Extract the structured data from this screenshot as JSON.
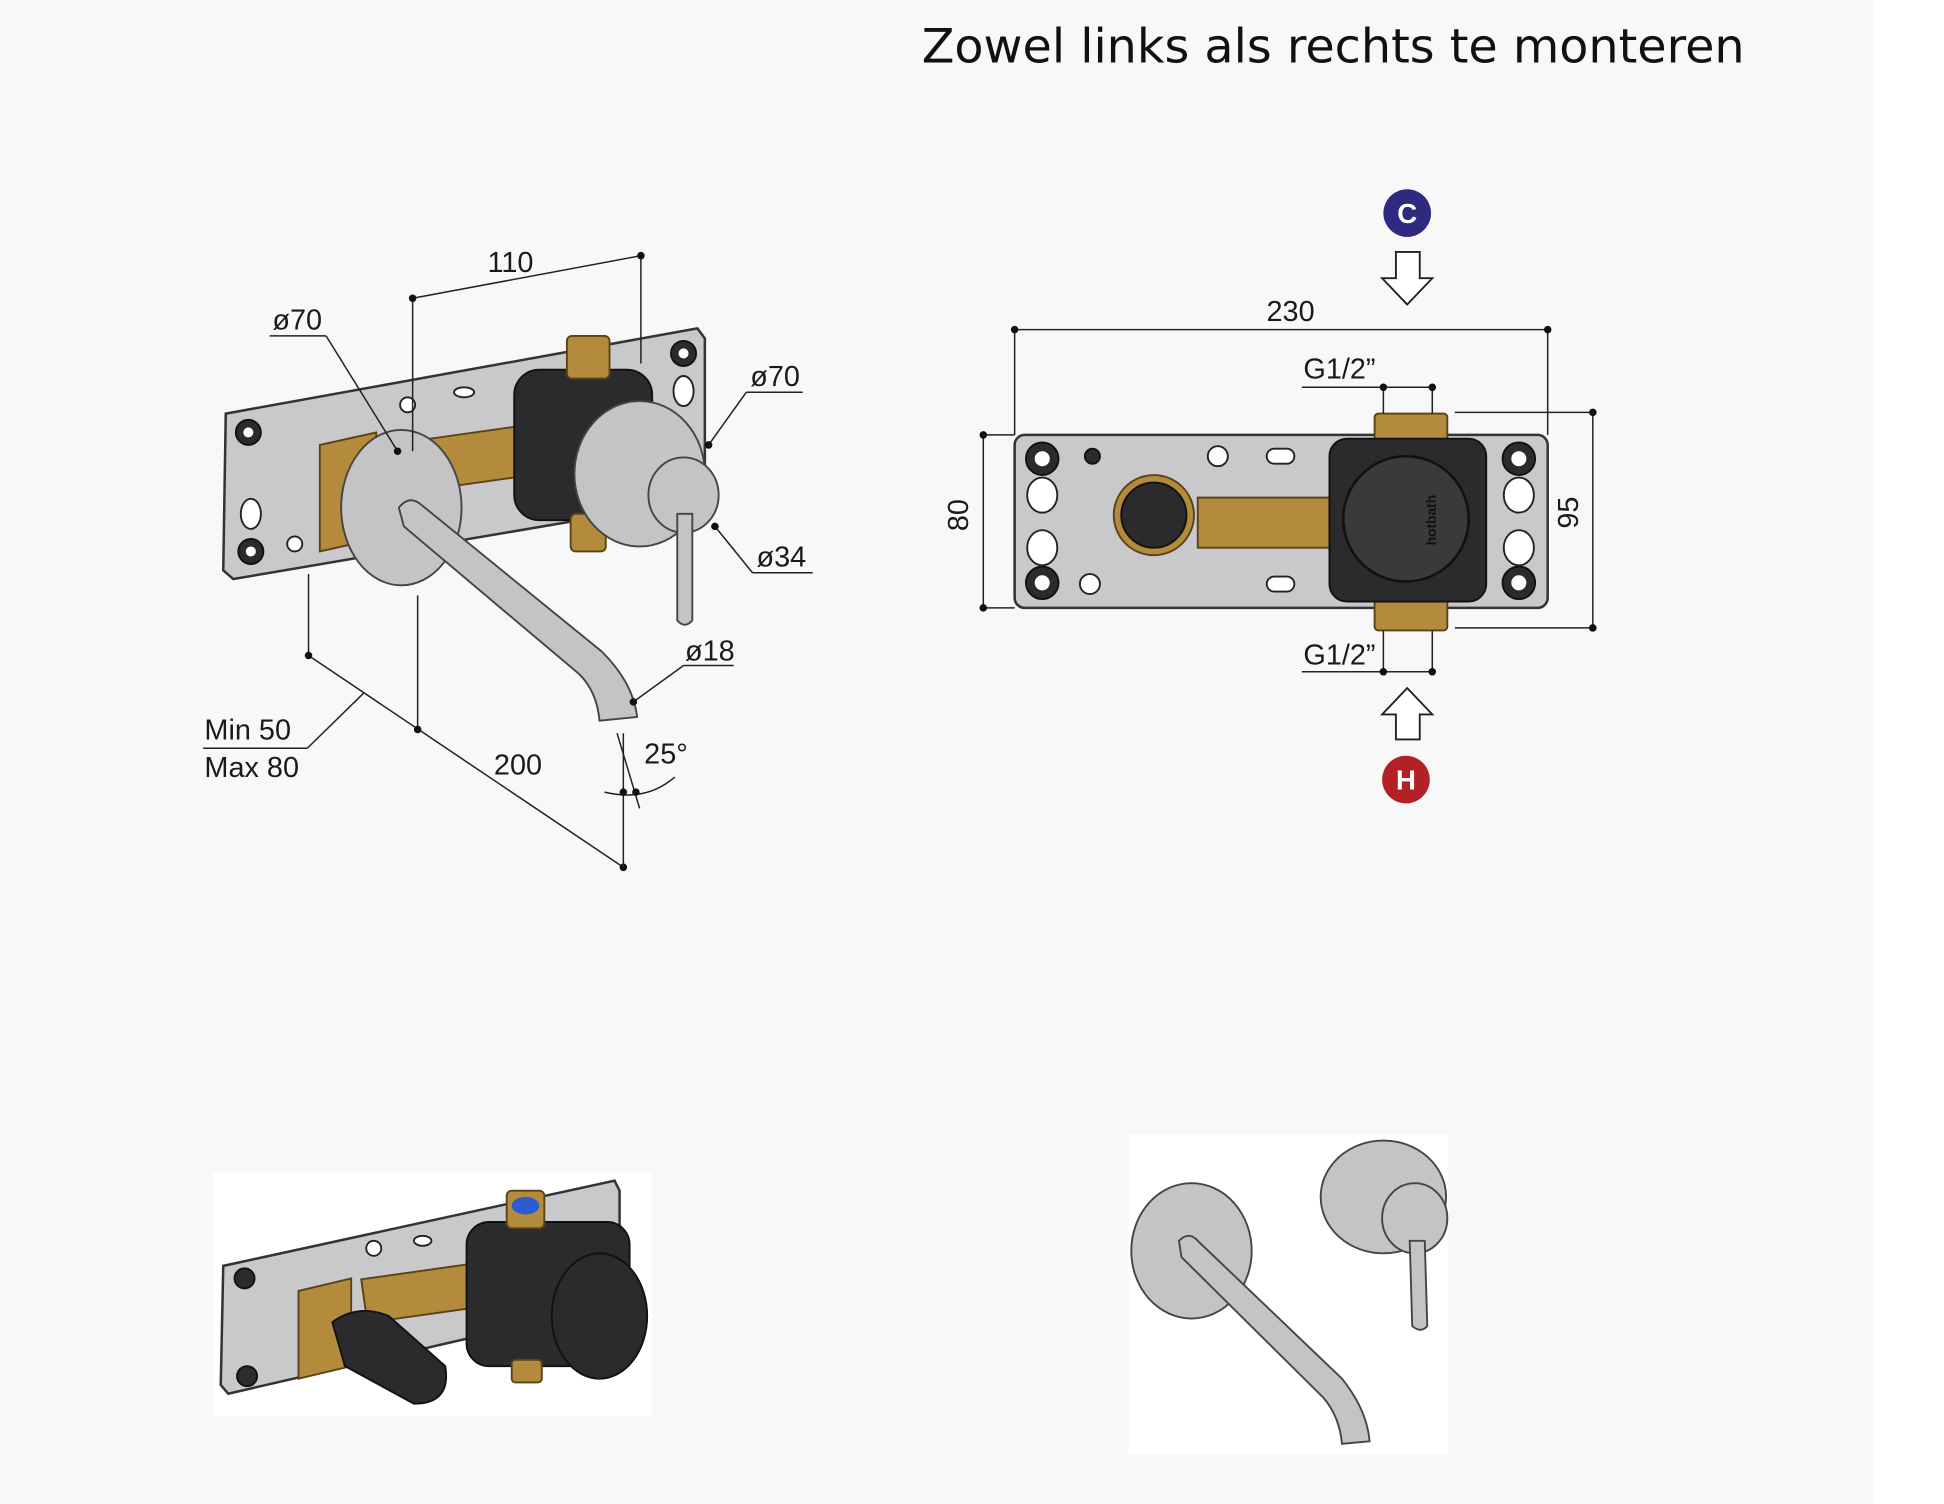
{
  "title": "Zowel links als rechts te monteren",
  "iso_drawing": {
    "dim_width": "110",
    "dim_rosette_left": "ø70",
    "dim_rosette_right": "ø70",
    "dim_handle": "ø34",
    "dim_spout_outlet": "ø18",
    "dim_depth_min": "Min 50",
    "dim_depth_max": "Max 80",
    "dim_spout_length": "200",
    "dim_angle": "25°"
  },
  "front_drawing": {
    "dim_plate_width": "230",
    "dim_plate_height": "80",
    "dim_total_height": "95",
    "dim_thread_top": "G1/2”",
    "dim_thread_bottom": "G1/2”",
    "brand_mark": "hotbath",
    "cold_badge": "C",
    "hot_badge": "H",
    "colors": {
      "cold": "#2e2a80",
      "hot": "#b32025",
      "brass": "#b48a3c"
    }
  }
}
